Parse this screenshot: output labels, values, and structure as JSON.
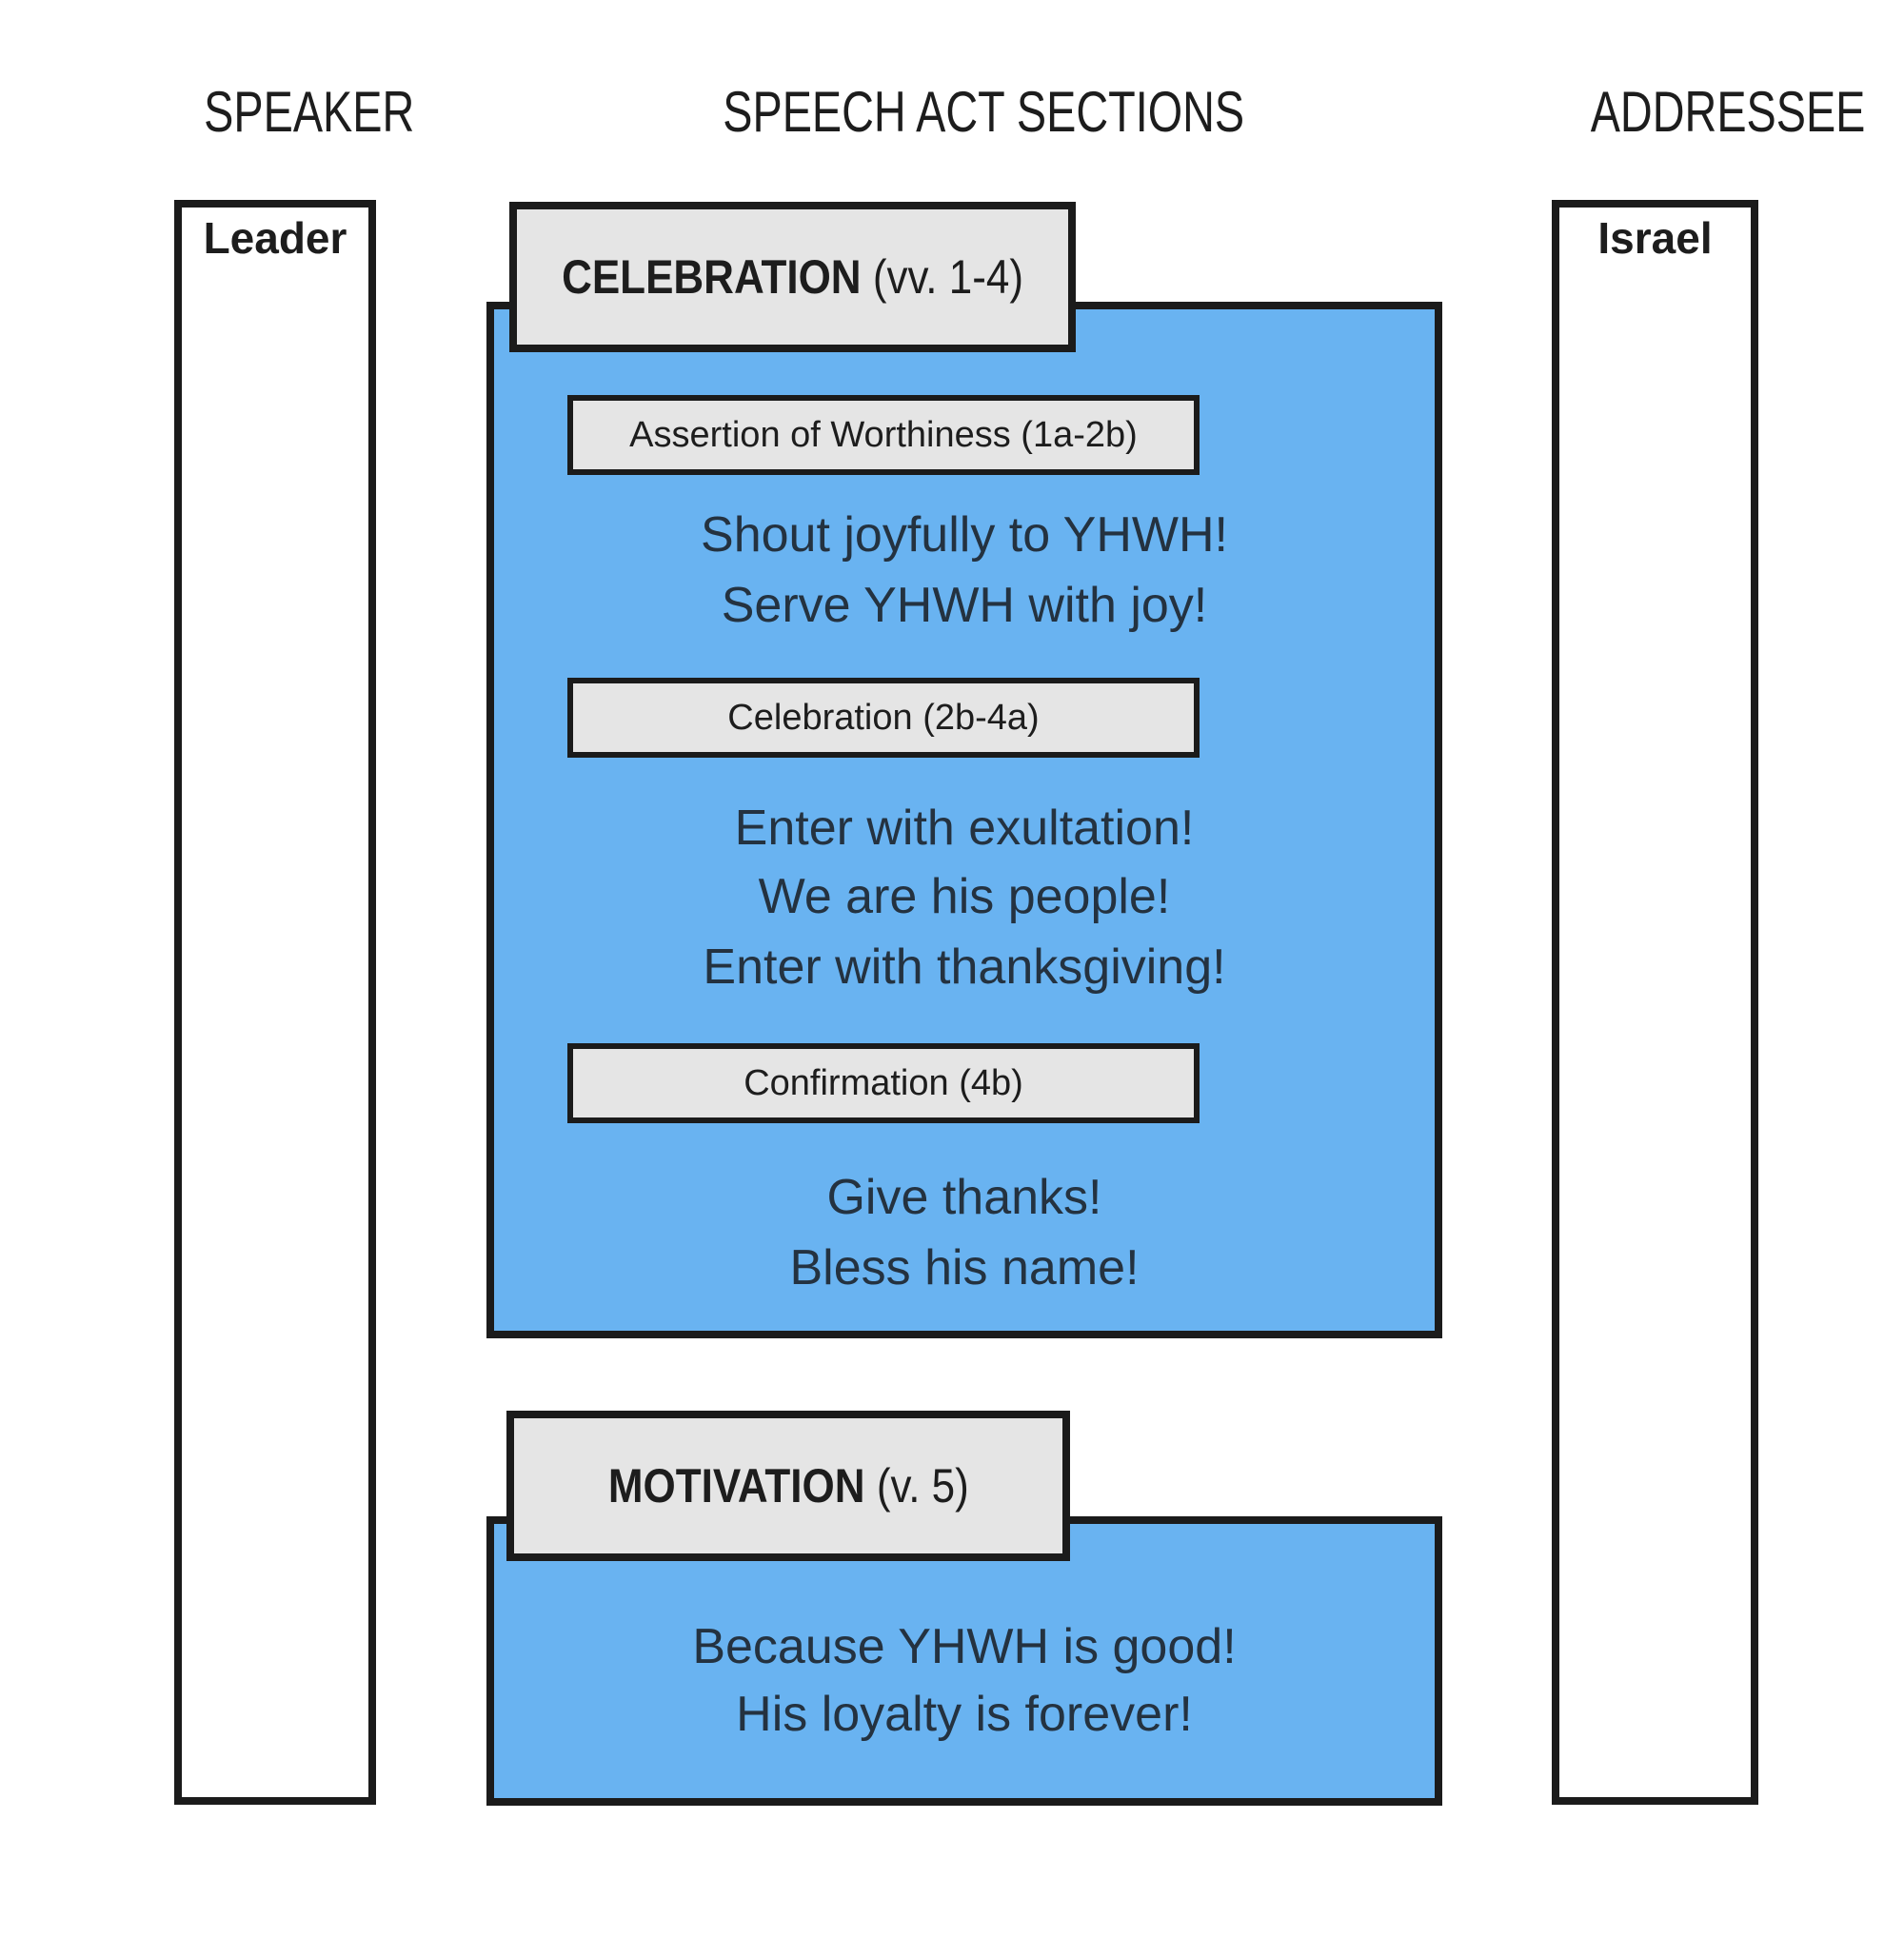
{
  "header": {
    "speaker": "SPEAKER",
    "sections": "SPEECH ACT SECTIONS",
    "addressee": "ADDRESSEE"
  },
  "speaker_box": {
    "label": "Leader"
  },
  "addressee_box": {
    "label": "Israel"
  },
  "sections": [
    {
      "title_bold": "CELEBRATION",
      "title_suffix": "(vv. 1-4)",
      "subsections": [
        {
          "label": "Assertion of Worthiness (1a-2b)",
          "lines": [
            "Shout joyfully to YHWH!",
            "Serve YHWH with joy!"
          ]
        },
        {
          "label": "Celebration (2b-4a)",
          "lines": [
            "Enter with exultation!",
            "We are his people!",
            "Enter with thanksgiving!"
          ]
        },
        {
          "label": "Confirmation (4b)",
          "lines": [
            "Give thanks!",
            "Bless his name!"
          ]
        }
      ]
    },
    {
      "title_bold": "MOTIVATION",
      "title_suffix": "(v. 5)",
      "subsections": [
        {
          "label": "",
          "lines": [
            "Because YHWH is good!",
            "His loyalty is forever!"
          ]
        }
      ]
    }
  ],
  "colors": {
    "blue": "#69b3f1",
    "gray": "#e5e5e5",
    "border": "#1b1b1b",
    "heading_text": "#1d1d1d",
    "body_text": "#243240"
  }
}
